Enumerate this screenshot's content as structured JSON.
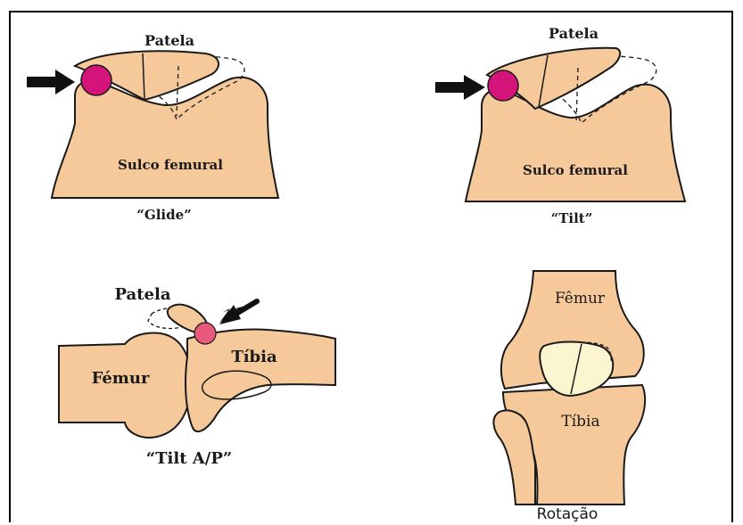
{
  "colors": {
    "bone": "#f6c99a",
    "outline": "#1a1a1a",
    "contact_magenta": "#d4147a",
    "contact_pink": "#e8587a",
    "patella_pale": "#fbf6cf"
  },
  "panels": {
    "glide": {
      "patela_label": "Patela",
      "sulco_label": "Sulco femural",
      "caption": "“Glide”"
    },
    "tilt": {
      "patela_label": "Patela",
      "sulco_label": "Sulco femural",
      "caption": "“Tilt”"
    },
    "tilt_ap": {
      "patela_label": "Patela",
      "femur_label": "Fémur",
      "tibia_label": "Tíbia",
      "caption": "“Tilt A/P”"
    },
    "rotation": {
      "femur_label": "Fêmur",
      "tibia_label": "Tíbia",
      "caption": "Rotação"
    }
  },
  "icons": [
    "arrow-right-icon",
    "arrow-diagonal-icon"
  ]
}
